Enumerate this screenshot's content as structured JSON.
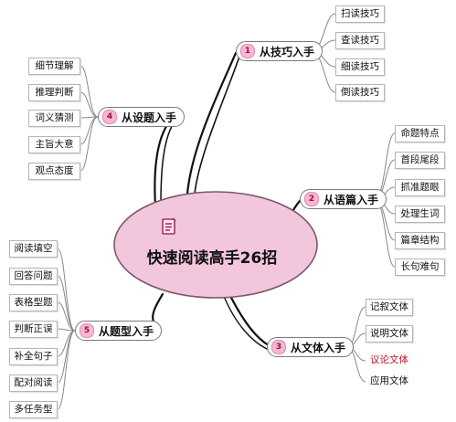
{
  "center": {
    "title": "快速阅读高手26招"
  },
  "branches": {
    "b1": {
      "number": "1",
      "label": "从技巧入手",
      "items": [
        "扫读技巧",
        "查读技巧",
        "细读技巧",
        "倒读技巧"
      ]
    },
    "b2": {
      "number": "2",
      "label": "从语篇入手",
      "items": [
        "命题特点",
        "首段尾段",
        "抓准题眼",
        "处理生词",
        "篇章结构",
        "长句难句"
      ]
    },
    "b3": {
      "number": "3",
      "label": "从文体入手",
      "items": [
        "记叙文体",
        "说明文体",
        "议论文体",
        "应用文体"
      ]
    },
    "b4": {
      "number": "4",
      "label": "从设题入手",
      "items": [
        "细节理解",
        "推理判断",
        "词义猜测",
        "主旨大意",
        "观点态度"
      ]
    },
    "b5": {
      "number": "5",
      "label": "从题型入手",
      "items": [
        "阅读填空",
        "回答问题",
        "表格型题",
        "判断正误",
        "补全句子",
        "配对阅读",
        "多任务型"
      ]
    }
  },
  "colors": {
    "ellipse_fill": "#f2c6dd",
    "ellipse_stroke": "#7a5a6a",
    "branch_line": "#111111",
    "number_badge": "#f4b8d2",
    "highlight_text": "#c0102a",
    "icon": "#a0306a"
  },
  "icons": {
    "center": "notepad-icon"
  }
}
